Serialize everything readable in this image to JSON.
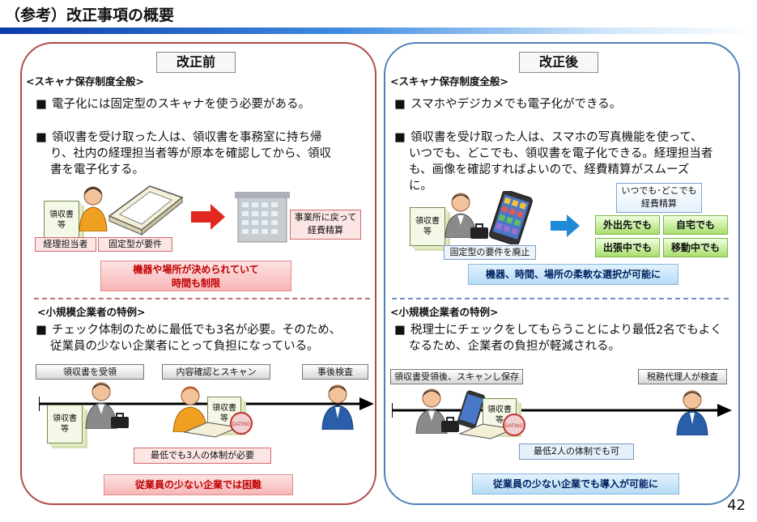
{
  "title": "（参考）改正事項の概要",
  "page_number": "42",
  "before": {
    "label": "改正前",
    "scanner_section": "<スキャナ保存制度全般>",
    "bullet1": "電子化には固定型のスキャナを使う必要がある。",
    "bullet2_line1": "領収書を受け取った人は、領収書を事務室に持ち帰",
    "bullet2_line2": "り、社内の経理担当者等が原本を確認してから、領収",
    "bullet2_line3": "書を電子化する。",
    "doc_label": "領収書 等",
    "tag_accountant": "経理担当者",
    "tag_fixed": "固定型が要件",
    "office_label": "事業所に戻って 経費精算",
    "constraint_line1": "機器や場所が決められていて",
    "constraint_line2": "時間も制限",
    "small_section": "<小規模企業者の特例>",
    "small_line1": "チェック体制のために最低でも3名が必要。そのため、",
    "small_line2": "従業員の少ない企業者にとって負担になっている。",
    "step1": "領収書を受領",
    "step2": "内容確認とスキャン",
    "step3": "事後検査",
    "dating": "DATING",
    "min3": "最低でも3人の体制が必要",
    "difficult": "従業員の少ない企業では困難"
  },
  "after": {
    "label": "改正後",
    "scanner_section": "<スキャナ保存制度全般>",
    "bullet1": "スマホやデジカメでも電子化ができる。",
    "bullet2_line1": "領収書を受け取った人は、スマホの写真機能を使って、",
    "bullet2_line2": "いつでも、どこでも、領収書を電子化できる。経理担当者",
    "bullet2_line3": "も、画像を確認すればよいので、経費精算がスムーズ",
    "bullet2_line4": "に。",
    "doc_label": "領収書 等",
    "tag_abolished": "固定型の要件を廃止",
    "anytime_label": "いつでも･どこでも 経費精算",
    "btn_trip": "外出先でも",
    "btn_home": "自宅でも",
    "btn_office": "出張中でも",
    "btn_moving": "移動中でも",
    "flexible": "機器、時間、場所の柔軟な選択が可能に",
    "small_section": "<小規模企業者の特例>",
    "small_line1": "税理士にチェックをしてもらうことにより最低2名でもよく",
    "small_line2": "なるため、企業者の負担が軽減される。",
    "step1": "領収書受領後、スキャンし保存",
    "step2": "税務代理人が検査",
    "min2": "最低2人の体制でも可",
    "possible": "従業員の少ない企業でも導入が可能に"
  },
  "colors": {
    "before_border": "#b14848",
    "after_border": "#4f80ba",
    "red_text": "#c00000",
    "navy_text": "#002060"
  }
}
